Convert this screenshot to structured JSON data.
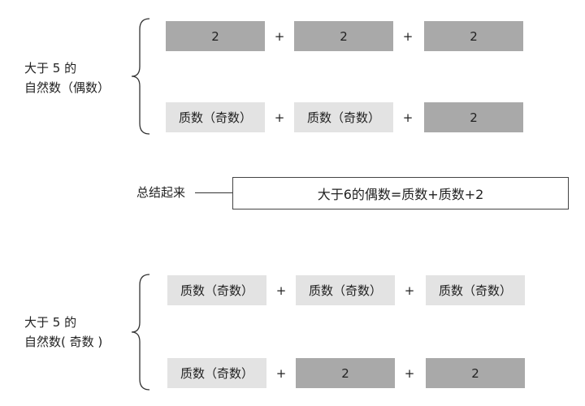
{
  "group_even": {
    "label_line1": "大于 5 的",
    "label_line2": "自然数（偶数）",
    "row1": {
      "box1": "2",
      "op1": "+",
      "box2": "2",
      "op2": "+",
      "box3": "2"
    },
    "row2": {
      "box1": "质数（奇数）",
      "op1": "+",
      "box2": "质数（奇数）",
      "op2": "+",
      "box3": "2"
    }
  },
  "summary": {
    "label": "总结起来",
    "text": "大于6的偶数=质数+质数+2"
  },
  "group_odd": {
    "label_line1": "大于 5 的",
    "label_line2": "自然数( 奇数 )",
    "row1": {
      "box1": "质数（奇数）",
      "op1": "+",
      "box2": "质数（奇数）",
      "op2": "+",
      "box3": "质数（奇数）"
    },
    "row2": {
      "box1": "质数（奇数）",
      "op1": "+",
      "box2": "2",
      "op2": "+",
      "box3": "2"
    }
  },
  "colors": {
    "dark_box": "#a9a9a9",
    "light_box": "#e3e3e3"
  }
}
